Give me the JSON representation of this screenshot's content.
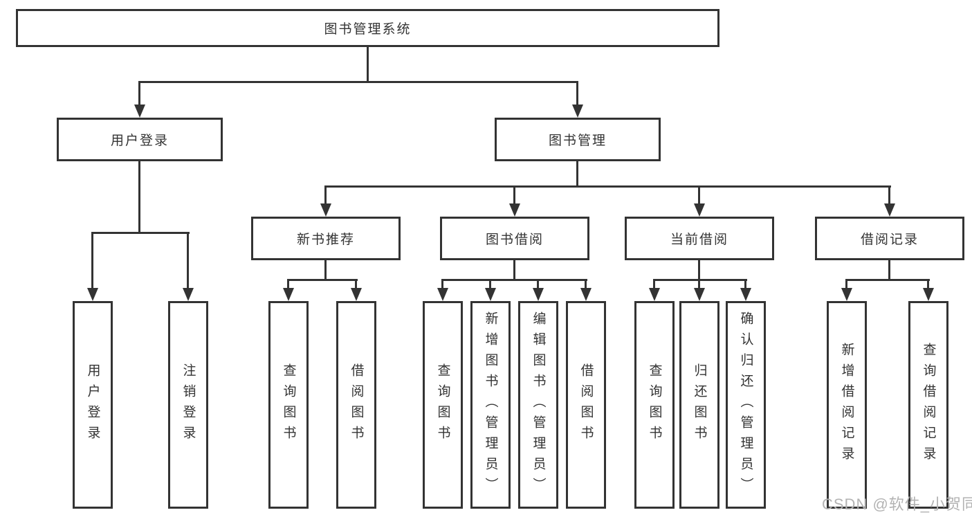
{
  "diagram": {
    "title": "图书管理系统",
    "root": {
      "label": "图书管理系统"
    },
    "level2": [
      {
        "label": "用户登录"
      },
      {
        "label": "图书管理"
      }
    ],
    "level3": [
      {
        "label": "新书推荐"
      },
      {
        "label": "图书借阅"
      },
      {
        "label": "当前借阅"
      },
      {
        "label": "借阅记录"
      }
    ],
    "leaves": {
      "user": [
        "用户登录",
        "注销登录"
      ],
      "recommend": [
        "查询图书",
        "借阅图书"
      ],
      "borrow": [
        "查询图书",
        "新增图书（管理员）",
        "编辑图书（管理员）",
        "借阅图书"
      ],
      "current": [
        "查询图书",
        "归还图书",
        "确认归还（管理员）"
      ],
      "records": [
        "新增借阅记录",
        "查询借阅记录"
      ]
    }
  },
  "watermark": "CSDN @软件_小贺同学",
  "colors": {
    "line": "#333333",
    "text": "#333333",
    "watermark": "#b3b3b3",
    "background": "#ffffff"
  }
}
